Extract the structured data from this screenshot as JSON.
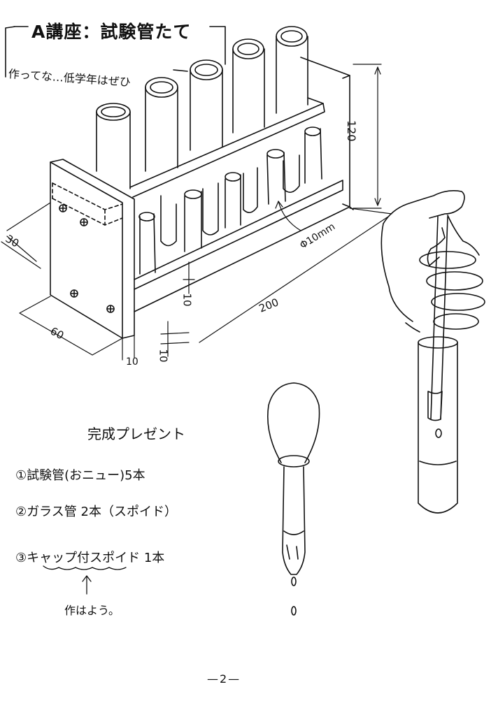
{
  "header": {
    "title": "A講座：試験管たて",
    "subtitle": "作ってな…低学年はぜひ"
  },
  "dimensions": {
    "height": "120",
    "depth": "30",
    "width": "200",
    "base_width": "60",
    "thickness_base": "10",
    "thickness_rail": "10",
    "thickness_front": "10",
    "hole_diameter": "10mm",
    "hole_symbol": "Φ"
  },
  "presents": {
    "title": "完成プレゼント",
    "items": [
      "①試験管(おニュー)5本",
      "②ガラス管 2本（スポイド）",
      "③キャップ付スポイド 1本"
    ],
    "note": "作はよう。",
    "arrow": "↑"
  },
  "page": {
    "number": "—2—"
  }
}
